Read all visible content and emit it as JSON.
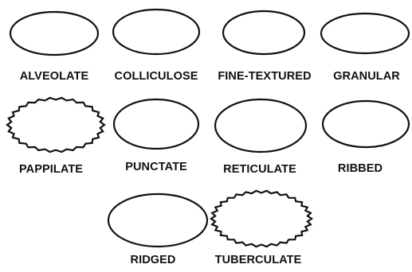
{
  "seeds": [
    {
      "id": "alveolate",
      "label": "ALVEOLATE",
      "texture": "alveolate"
    },
    {
      "id": "colliculose",
      "label": "COLLICULOSE",
      "texture": "colliculose"
    },
    {
      "id": "fine-textured",
      "label": "FINE-TEXTURED",
      "texture": "fine"
    },
    {
      "id": "granular",
      "label": "GRANULAR",
      "texture": "granular"
    },
    {
      "id": "pappilate",
      "label": "PAPPILATE",
      "texture": "pappilate"
    },
    {
      "id": "punctate",
      "label": "PUNCTATE",
      "texture": "punctate"
    },
    {
      "id": "reticulate",
      "label": "RETICULATE",
      "texture": "reticulate"
    },
    {
      "id": "ribbed",
      "label": "RIBBED",
      "texture": "ribbed"
    },
    {
      "id": "ridged",
      "label": "RIDGED",
      "texture": "ridged"
    },
    {
      "id": "tuberculate",
      "label": "TUBERCULATE",
      "texture": "tuberculate"
    }
  ]
}
